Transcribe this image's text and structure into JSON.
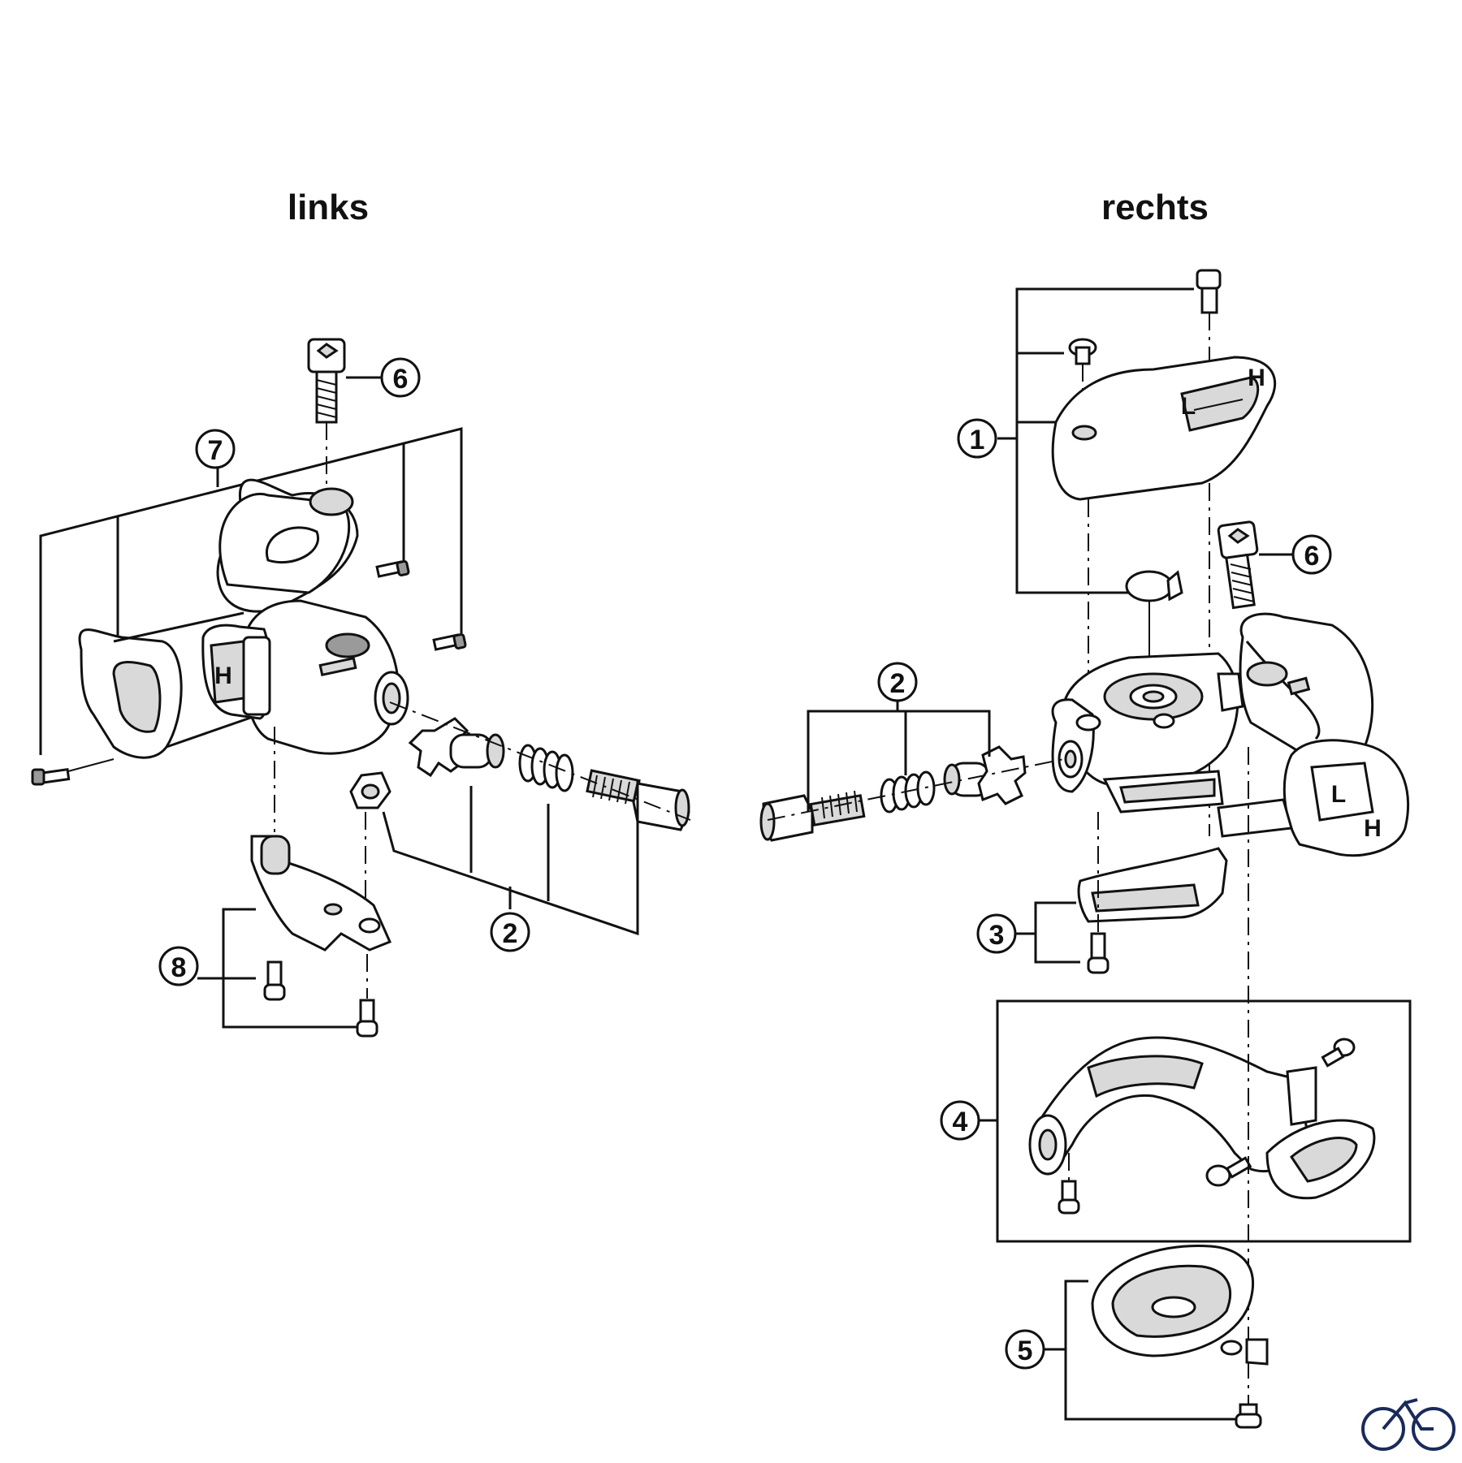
{
  "titles": {
    "left": "links",
    "right": "rechts"
  },
  "callouts": {
    "left": {
      "shifter_body": "7",
      "clamp_bolt": "6",
      "adjuster_set": "2",
      "bottom_plate": "8"
    },
    "right": {
      "indicator_cover": "1",
      "adjuster_set": "2",
      "clamp_bolt": "6",
      "small_cover": "3",
      "base_cover": "4",
      "bottom_cap": "5"
    }
  },
  "lever_markings": {
    "left_lever_h": "H",
    "right_lever_l": "L",
    "right_lever_h": "H",
    "indicator_l": "L",
    "indicator_h": "H"
  },
  "logo": {
    "icon": "bicycle-icon"
  }
}
